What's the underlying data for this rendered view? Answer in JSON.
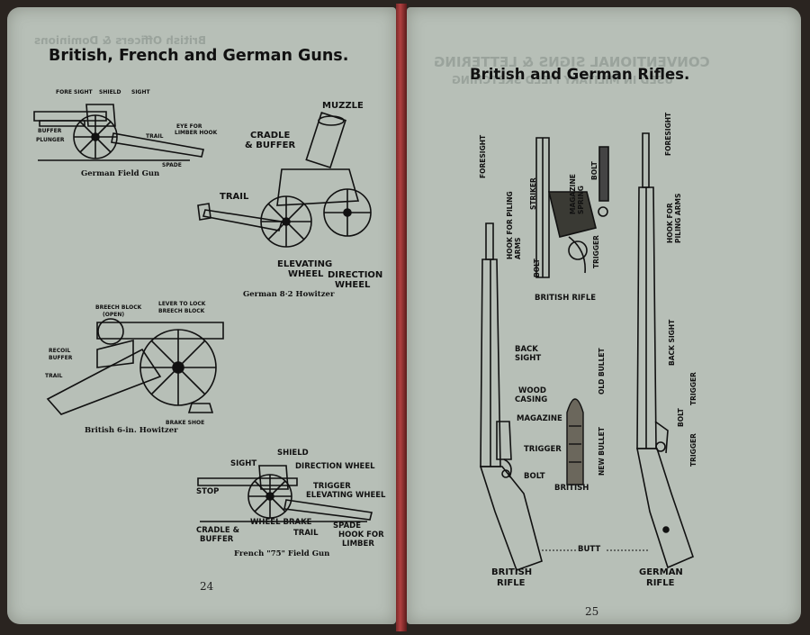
{
  "left_page": {
    "title": "British, French and German Guns.",
    "ghost_text": "British Officers & Dominions",
    "page_number": "24",
    "german_field_gun": {
      "caption": "German Field Gun",
      "labels": {
        "fore_sight": "FORE SIGHT",
        "shield": "SHIELD",
        "sight": "SIGHT",
        "buffer": "BUFFER",
        "plunger": "PLUNGER",
        "trail": "TRAIL",
        "eye_line1": "EYE FOR",
        "eye_line2": "LIMBER HOOK",
        "spade": "SPADE"
      }
    },
    "german_howitzer": {
      "caption": "German 8·2 Howitzer",
      "labels": {
        "muzzle": "MUZZLE",
        "cradle_line1": "CRADLE",
        "cradle_line2": "& BUFFER",
        "trail": "TRAIL",
        "elevating_line1": "ELEVATING",
        "elevating_line2": "WHEEL",
        "direction_line1": "DIRECTION",
        "direction_line2": "WHEEL"
      }
    },
    "british_howitzer": {
      "caption": "British 6-in. Howitzer",
      "labels": {
        "breech_line1": "BREECH BLOCK",
        "breech_line2": "(OPEN)",
        "lever_line1": "LEVER TO LOCK",
        "lever_line2": "BREECH BLOCK",
        "recoil_line1": "RECOIL",
        "recoil_line2": "BUFFER",
        "trail": "TRAIL",
        "brake_shoe": "BRAKE SHOE"
      }
    },
    "french_gun": {
      "caption": "French \"75\" Field Gun",
      "labels": {
        "shield": "SHIELD",
        "sight": "SIGHT",
        "direction_wheel": "DIRECTION WHEEL",
        "trigger": "TRIGGER",
        "elevating_wheel": "ELEVATING WHEEL",
        "stop": "STOP",
        "wheel_brake": "WHEEL BRAKE",
        "trail": "TRAIL",
        "cradle_line1": "CRADLE &",
        "cradle_line2": "BUFFER",
        "spade": "SPADE",
        "hook_line1": "HOOK FOR",
        "hook_line2": "LIMBER"
      }
    }
  },
  "right_page": {
    "title": "British and German Rifles.",
    "ghost_lines": [
      "CONVENTIONAL SIGNS & LETTERING",
      "USED IN MILITARY FIELD SKETCHING"
    ],
    "page_number": "25",
    "labels": {
      "foresight_left": "FORESIGHT",
      "hook_left": "HOOK FOR PILING ARMS",
      "striker": "STRIKER",
      "magazine_spring": "MAGAZINE SPRING",
      "bolt_top": "BOLT",
      "bolt_small": "BOLT",
      "trigger_small": "TRIGGER",
      "british_rifle_center": "BRITISH RIFLE",
      "back_sight_line1": "BACK",
      "back_sight_line2": "SIGHT",
      "wood_line1": "WOOD",
      "wood_line2": "CASING",
      "magazine": "MAGAZINE",
      "trigger_left": "TRIGGER",
      "bolt_left": "BOLT",
      "old_bullet": "OLD BULLET",
      "new_bullet": "NEW BULLET",
      "bullet_caption": "BRITISH",
      "butt": "BUTT",
      "british_rifle_line1": "BRITISH",
      "british_rifle_line2": "RIFLE",
      "german_rifle_line1": "GERMAN",
      "german_rifle_line2": "RIFLE",
      "foresight_right": "FORESIGHT",
      "hook_right": "HOOK FOR PILING ARMS",
      "back_sight_right": "BACK SIGHT",
      "bolt_right": "BOLT",
      "trigger_right_a": "TRIGGER",
      "trigger_right_b": "TRIGGER"
    }
  }
}
